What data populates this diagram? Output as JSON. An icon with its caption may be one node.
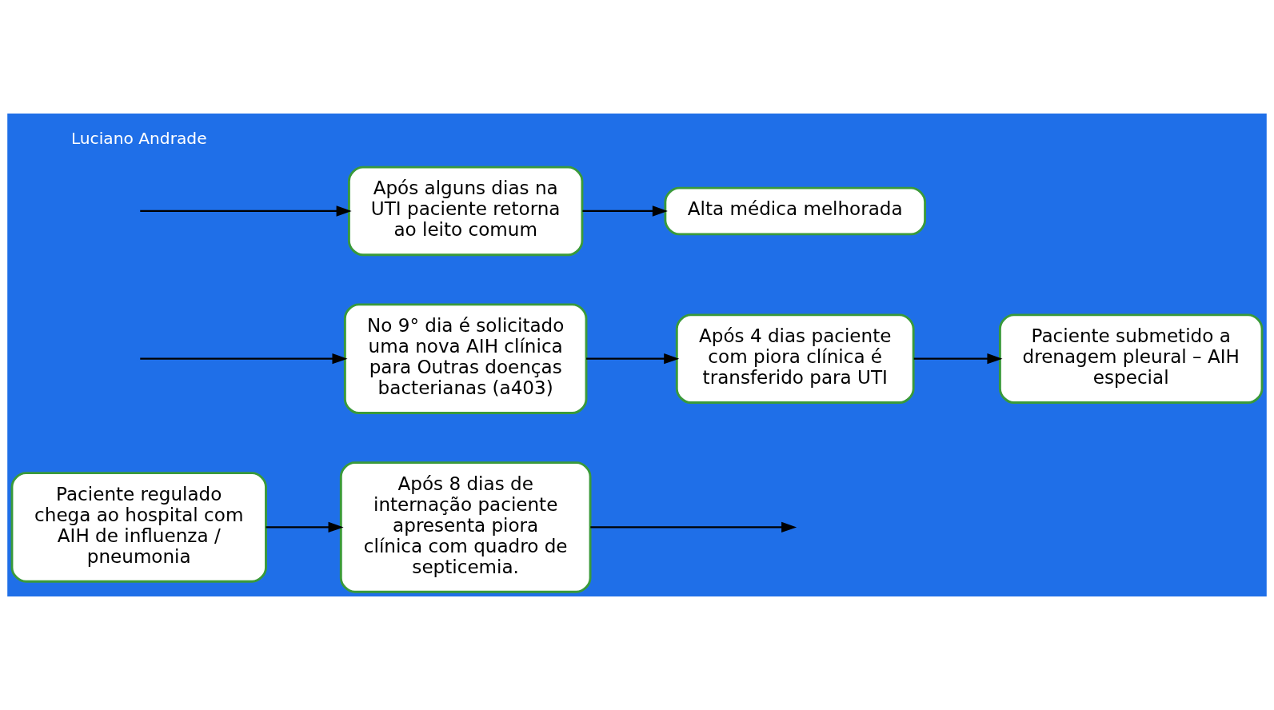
{
  "diagram": {
    "nodes": [
      {
        "text": [
          "Paciente regulado chega ao hospital com AIH de influenza / pneumonia"
        ]
      },
      {
        "text": [
          "Após 8 dias de internação paciente apresenta piora clínica com quadro de septicemia."
        ]
      },
      {
        "text": [
          "No 9° dia é solicitado uma nova AIH clínica para Outras doenças bacterianas (a403)"
        ]
      },
      {
        "text": [
          "Após 4 dias paciente com piora clínica é transferido para UTI"
        ]
      },
      {
        "text": [
          "Paciente submetido a drenagem pleural – AIH especial"
        ]
      },
      {
        "text": [
          "Após alguns dias na UTI paciente retorna ao leito comum"
        ]
      },
      {
        "text": [
          "Alta médica melhorada"
        ]
      }
    ],
    "edges": [
      {
        "from": 0,
        "to": 1,
        "arrow": "to"
      },
      {
        "from": 1,
        "to": null,
        "arrow": "to"
      },
      {
        "from": null,
        "to": 2,
        "arrow": "to"
      },
      {
        "from": 2,
        "to": 3,
        "arrow": "to"
      },
      {
        "from": 3,
        "to": 4,
        "arrow": "to"
      },
      {
        "from": null,
        "to": 5,
        "arrow": "to"
      },
      {
        "from": 5,
        "to": 6,
        "arrow": "to"
      }
    ],
    "labels": [
      "Luciano Andrade"
    ]
  }
}
